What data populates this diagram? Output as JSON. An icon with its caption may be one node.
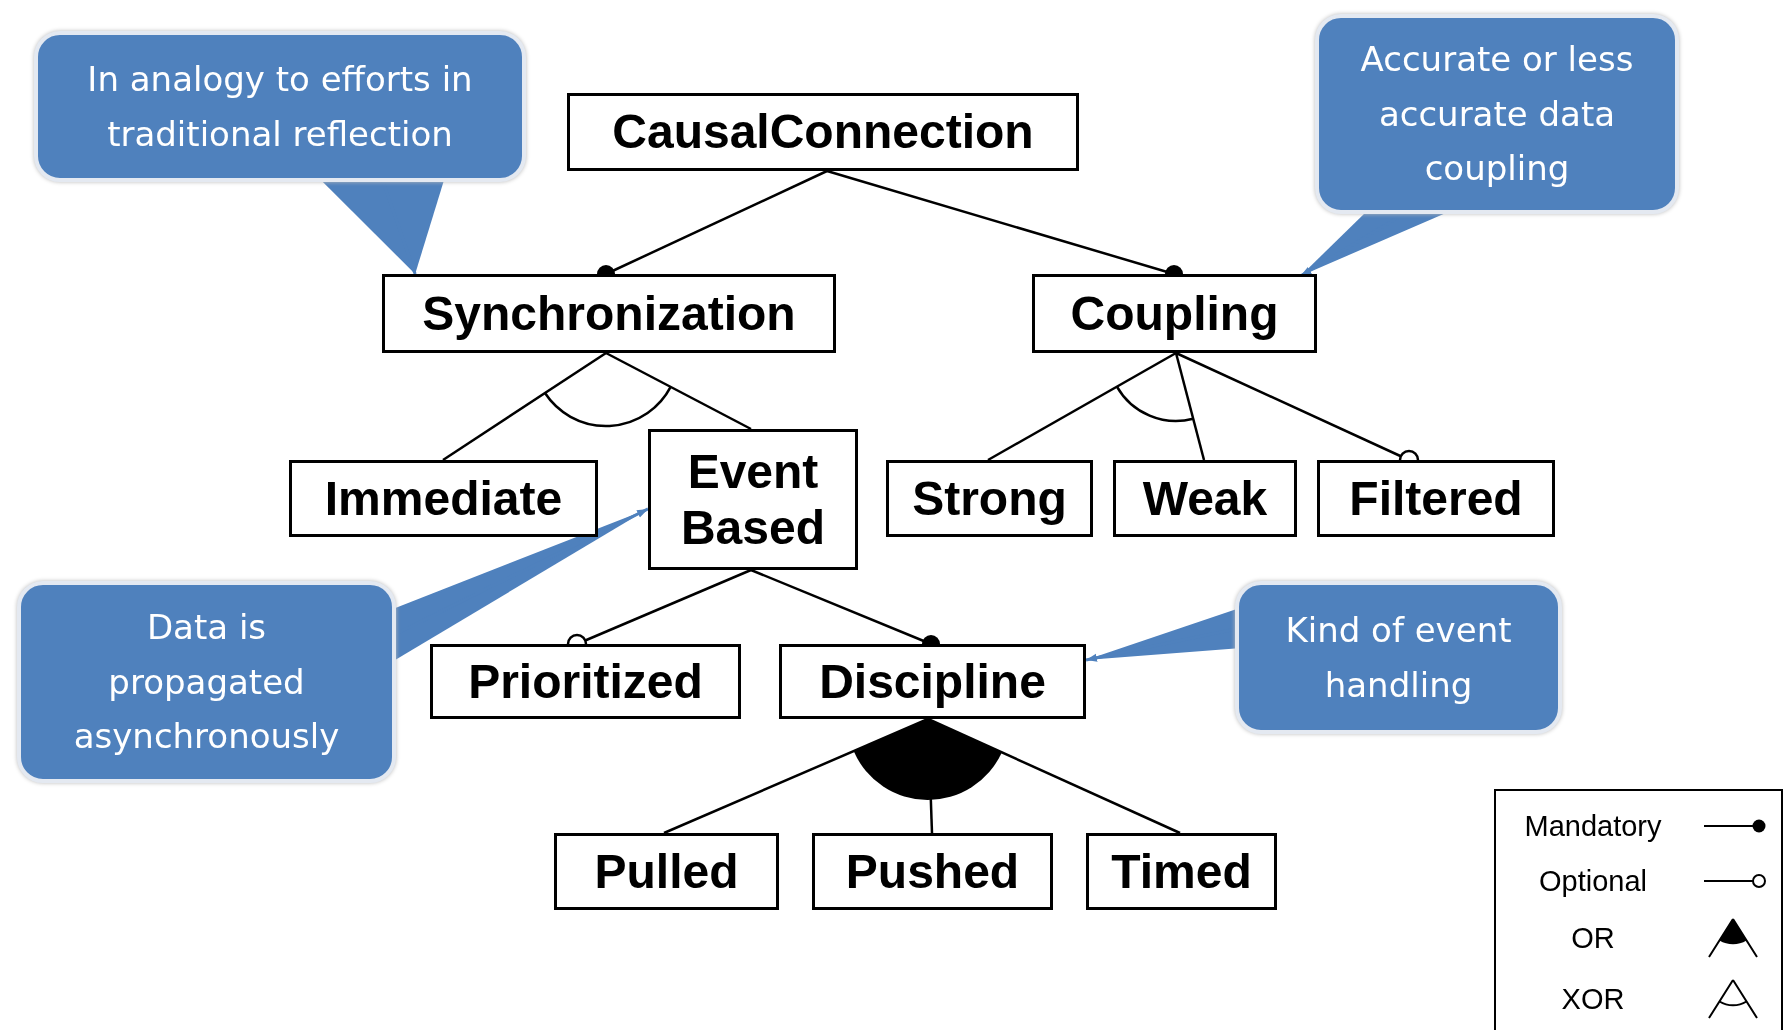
{
  "diagram": {
    "nodes": [
      {
        "text": [
          "CausalConnection"
        ]
      },
      {
        "text": [
          "Synchronization"
        ]
      },
      {
        "text": [
          "Coupling"
        ]
      },
      {
        "text": [
          "Immediate"
        ]
      },
      {
        "text": [
          "Event Based"
        ]
      },
      {
        "text": [
          "Strong"
        ]
      },
      {
        "text": [
          "Weak"
        ]
      },
      {
        "text": [
          "Filtered"
        ]
      },
      {
        "text": [
          "Prioritized"
        ]
      },
      {
        "text": [
          "Discipline"
        ]
      },
      {
        "text": [
          "Pulled"
        ]
      },
      {
        "text": [
          "Pushed"
        ]
      },
      {
        "text": [
          "Timed"
        ]
      },
      {
        "text": [
          "In analogy to efforts in traditional reflection"
        ]
      },
      {
        "text": [
          "Accurate or less accurate data coupling"
        ]
      },
      {
        "text": [
          "Data is propagated asynchronously"
        ]
      },
      {
        "text": [
          "Kind of event handling"
        ]
      }
    ],
    "edges": [
      {
        "from": 0,
        "to": 1,
        "arrow": "other"
      },
      {
        "from": 0,
        "to": 2,
        "arrow": "other"
      },
      {
        "from": 1,
        "to": 3,
        "arrow": "none"
      },
      {
        "from": 1,
        "to": 4,
        "arrow": "none"
      },
      {
        "from": 2,
        "to": 5,
        "arrow": "none"
      },
      {
        "from": 2,
        "to": 6,
        "arrow": "none"
      },
      {
        "from": 2,
        "to": 7,
        "arrow": "other"
      },
      {
        "from": 4,
        "to": 8,
        "arrow": "other"
      },
      {
        "from": 4,
        "to": 9,
        "arrow": "other"
      },
      {
        "from": 9,
        "to": 10,
        "arrow": "none"
      },
      {
        "from": 9,
        "to": 11,
        "arrow": "none"
      },
      {
        "from": 9,
        "to": 12,
        "arrow": "none"
      },
      {
        "from": 13,
        "to": 1,
        "arrow": "to",
        "color": "#4f81bd"
      },
      {
        "from": 14,
        "to": 2,
        "arrow": "to",
        "color": "#4f81bd"
      },
      {
        "from": 15,
        "to": 4,
        "arrow": "to",
        "color": "#4f81bd"
      },
      {
        "from": 16,
        "to": 9,
        "arrow": "to",
        "color": "#4f81bd"
      }
    ],
    "legend": [
      {
        "text": "Mandatory"
      },
      {
        "text": "Optional"
      },
      {
        "text": "OR"
      },
      {
        "text": "XOR"
      }
    ]
  }
}
